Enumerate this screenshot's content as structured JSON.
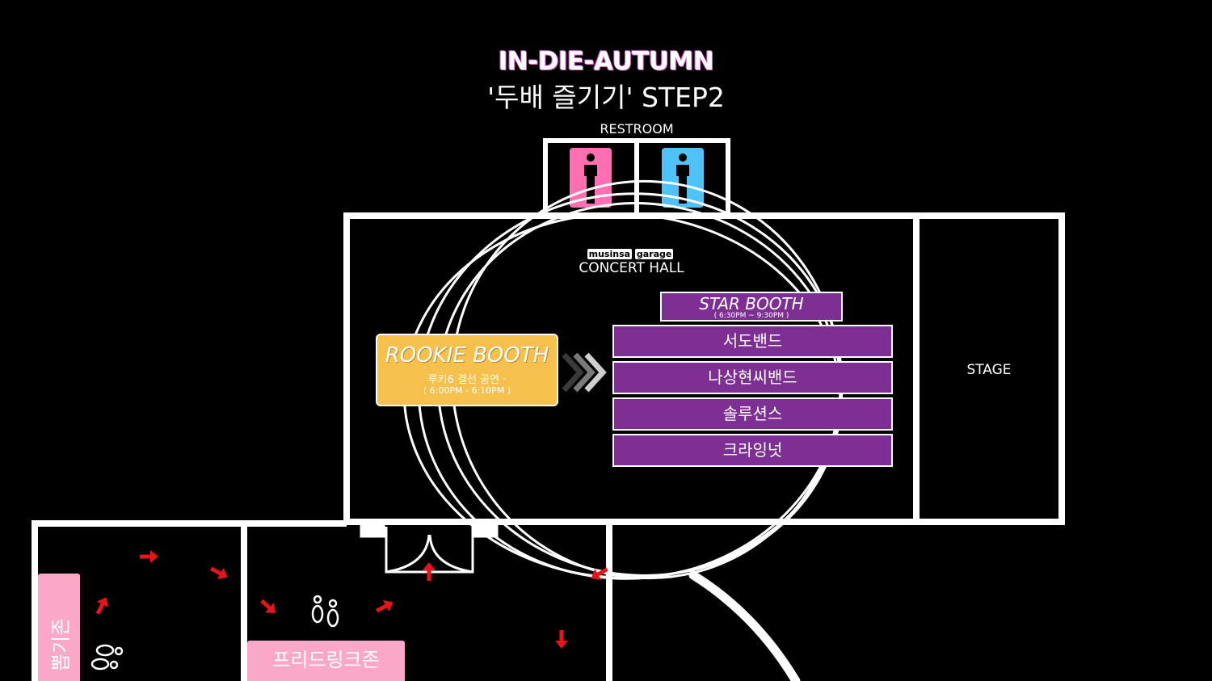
{
  "header": {
    "title": "IN-DIE-AUTUMN",
    "subtitle": "'두배 즐기기' STEP2"
  },
  "labels": {
    "restroom": "RESTROOM",
    "venue_brand_left": "musinsa",
    "venue_brand_right": "garage",
    "concert_hall": "CONCERT HALL",
    "stage": "STAGE"
  },
  "star_booth": {
    "name": "STAR BOOTH",
    "time": "( 6:30PM ~ 9:30PM )",
    "bands": [
      "서도밴드",
      "나상현씨밴드",
      "솔루션스",
      "크라잉넛"
    ]
  },
  "rookie_booth": {
    "name": "ROOKIE BOOTH",
    "description": "루키6 결선 공연 ·",
    "time": "( 6:00PM - 6:10PM )"
  },
  "zones": {
    "free_drink": "프리드링크존",
    "lottery": "뽑기존"
  },
  "colors": {
    "background": "#000000",
    "outline": "#ffffff",
    "band_purple": "#7e2f94",
    "rookie_yellow": "#f6c04d",
    "zone_pink": "#fba7c8",
    "restroom_female": "#ff6fb1",
    "restroom_male": "#4fc3f7",
    "arrow_red": "#e8141c"
  },
  "icons": [
    "female-restroom-icon",
    "male-restroom-icon",
    "footprints-icon",
    "chevron-arrows-icon",
    "red-arrow-icon"
  ]
}
